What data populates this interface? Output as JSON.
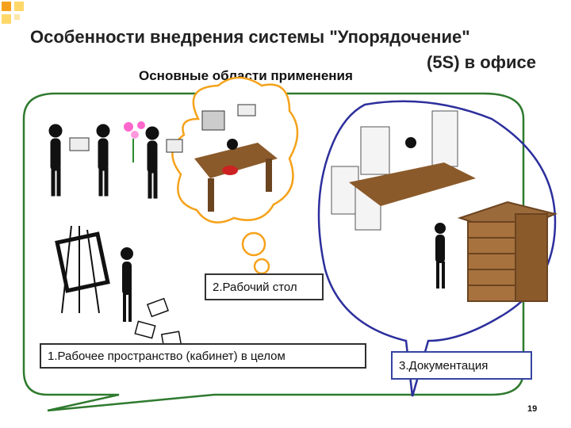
{
  "slide": {
    "title_line1": "Особенности внедрения системы \"Упорядочение\"",
    "title_line2": "(5S) в офисе",
    "subtitle": "Основные области применения",
    "areas": [
      "1.Рабочее пространство (кабинет) в целом",
      "2.Рабочий стол",
      "3.Документация"
    ],
    "page_number": "19"
  },
  "colors": {
    "accent_orange": "#f5a21a",
    "accent_yellow": "#ffd86a",
    "green_bubble": "#2f7a2f",
    "blue_bubble": "#2c2f9c",
    "desk_brown": "#8b5a2b"
  },
  "icons": [
    "corner-squares-icon",
    "people-with-gifts-icon",
    "flowers-icon",
    "easel-icon",
    "thinking-person-icon",
    "computer-desk-icon",
    "document-stacks-icon",
    "filing-shelf-icon"
  ]
}
